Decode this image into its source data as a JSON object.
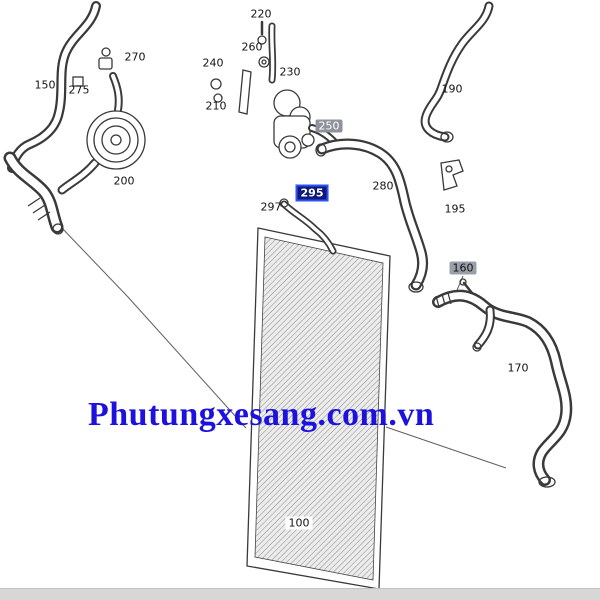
{
  "watermark": {
    "text": "Phutungxesang.com.vn",
    "color": "#1d12dd"
  },
  "labels": {
    "100": "100",
    "150": "150",
    "160": "160",
    "170": "170",
    "190": "190",
    "195": "195",
    "200": "200",
    "210": "210",
    "220": "220",
    "230": "230",
    "240": "240",
    "250": "250",
    "260": "260",
    "270": "270",
    "275": "275",
    "280": "280",
    "295": "295",
    "297": "297"
  },
  "colors": {
    "highlight_border": "#2f52ff",
    "highlight_bg": "#0e1a78",
    "tag_gray": "#8e939b",
    "line_art": "#3a3a3a"
  }
}
